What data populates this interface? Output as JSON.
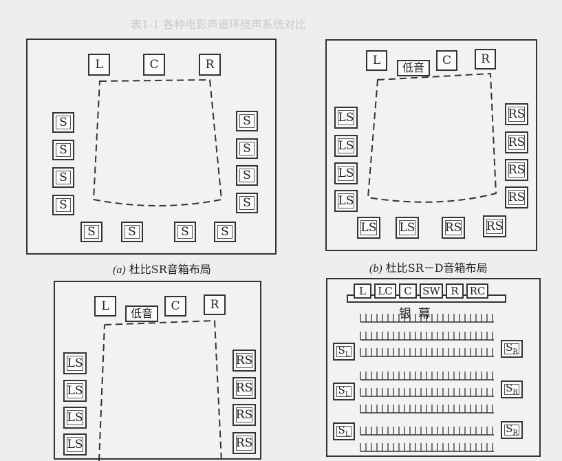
{
  "faint_heading": "表1-1  各种电影声道环绕声系统对比",
  "panel_a": {
    "caption_letter": "(a)",
    "caption_text": "杜比SR音箱布局",
    "front": [
      "L",
      "C",
      "R"
    ],
    "left_side": [
      "S",
      "S",
      "S",
      "S"
    ],
    "right_side": [
      "S",
      "S",
      "S",
      "S"
    ],
    "rear": [
      "S",
      "S",
      "S",
      "S"
    ]
  },
  "panel_b": {
    "caption_letter": "(b)",
    "caption_text": "杜比SR－D音箱布局",
    "front": [
      "L",
      "C",
      "R"
    ],
    "subwoofer": "低音",
    "left_side": [
      "LS",
      "LS",
      "LS",
      "LS"
    ],
    "right_side": [
      "RS",
      "RS",
      "RS",
      "RS"
    ],
    "rear": [
      "LS",
      "LS",
      "RS",
      "RS"
    ]
  },
  "panel_c": {
    "front": [
      "L",
      "C",
      "R"
    ],
    "subwoofer": "低音",
    "left_side": [
      "LS",
      "LS",
      "LS",
      "LS"
    ],
    "right_side": [
      "RS",
      "RS",
      "RS",
      "RS"
    ]
  },
  "panel_d": {
    "screen_speakers": [
      "L",
      "LC",
      "C",
      "SW",
      "R",
      "RC"
    ],
    "screen_label": "银  幕",
    "left_side": [
      "SL",
      "SL",
      "SL"
    ],
    "right_side": [
      "SR",
      "SR",
      "SR"
    ]
  }
}
